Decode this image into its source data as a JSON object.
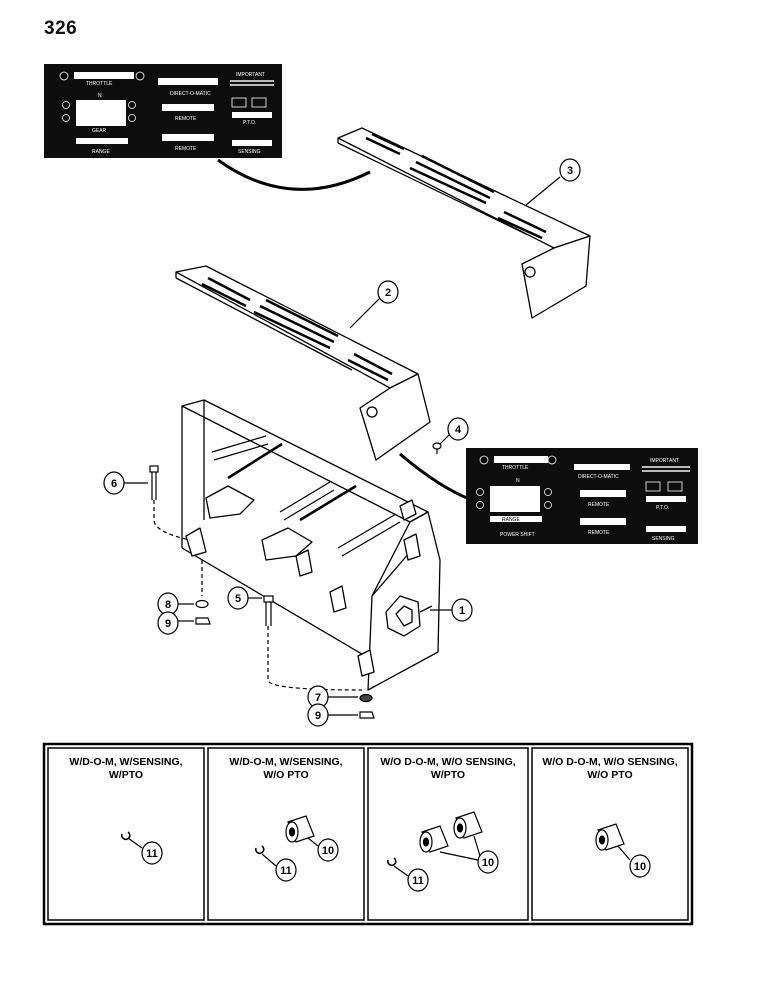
{
  "page_number": "326",
  "decal": {
    "throttle": "THROTTLE",
    "important": "IMPORTANT",
    "neutral": "N",
    "gear": "GEAR",
    "range": "RANGE",
    "range_shift": "RANGE",
    "power_shift": "POWER SHIFT",
    "direct_o_matic": "DIRECT-O-MATIC",
    "remote": "REMOTE",
    "pto": "P.T.O.",
    "sensing": "SENSING"
  },
  "callouts": [
    "1",
    "2",
    "3",
    "4",
    "5",
    "6",
    "7",
    "8",
    "9",
    "9",
    "10",
    "10",
    "10",
    "11",
    "11",
    "11"
  ],
  "variant_table": [
    {
      "title_line1": "W/D-O-M, W/SENSING,",
      "title_line2": "W/PTO",
      "parts": [
        "11"
      ]
    },
    {
      "title_line1": "W/D-O-M, W/SENSING,",
      "title_line2": "W/O PTO",
      "parts": [
        "10",
        "11"
      ]
    },
    {
      "title_line1": "W/O D-O-M, W/O SENSING,",
      "title_line2": "W/PTO",
      "parts": [
        "10",
        "11"
      ]
    },
    {
      "title_line1": "W/O D-O-M, W/O SENSING,",
      "title_line2": "W/O PTO",
      "parts": [
        "10"
      ]
    }
  ]
}
